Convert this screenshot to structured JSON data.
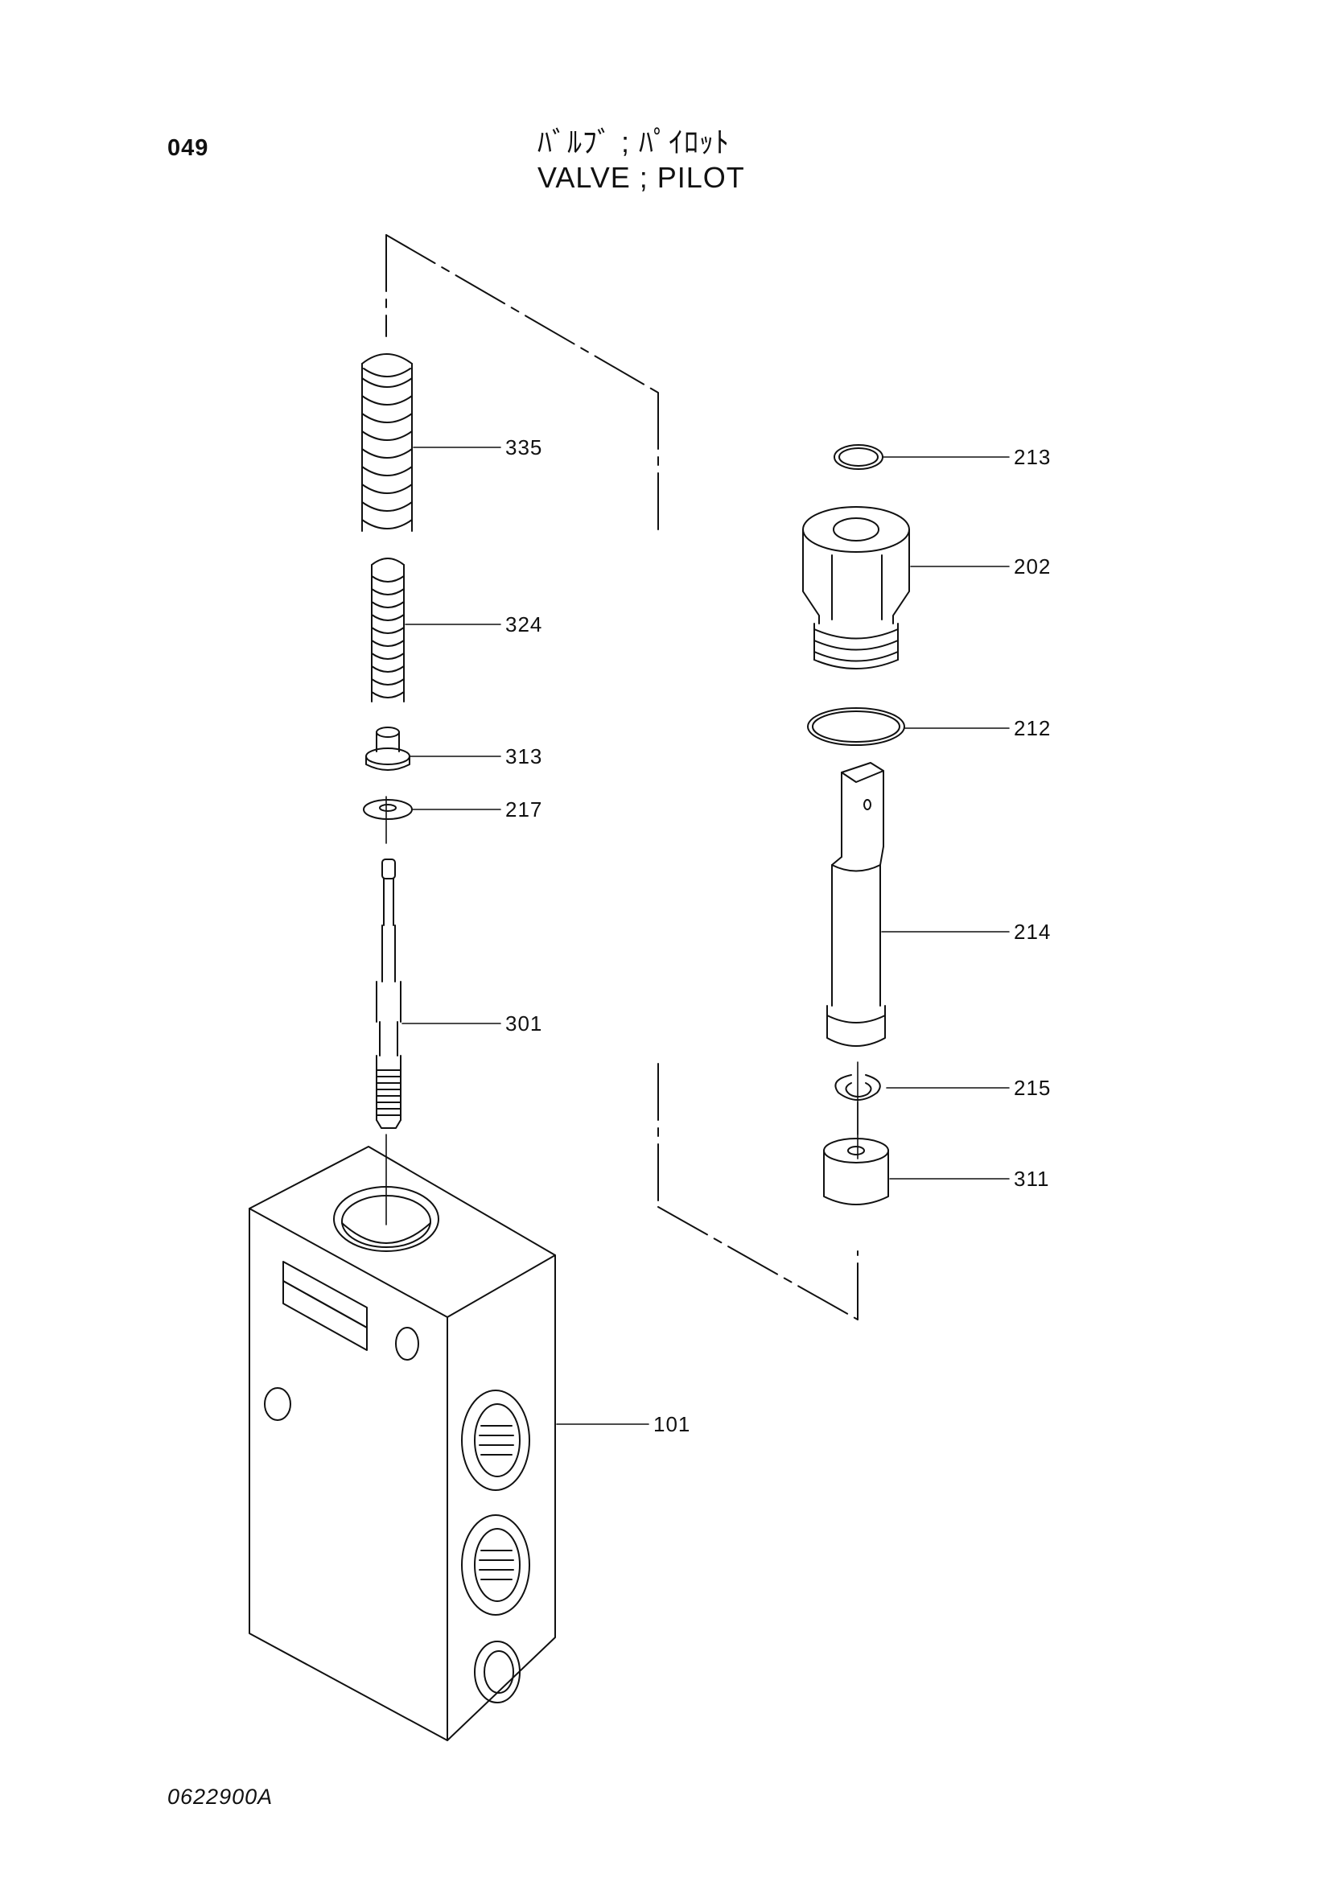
{
  "header": {
    "page_number": "049",
    "title_japanese": "ﾊﾞﾙﾌﾞ ; ﾊﾟｲﾛｯﾄ",
    "title_english": "VALVE ; PILOT"
  },
  "callouts": [
    {
      "id": "callout-335",
      "label": "335"
    },
    {
      "id": "callout-324",
      "label": "324"
    },
    {
      "id": "callout-313",
      "label": "313"
    },
    {
      "id": "callout-217",
      "label": "217"
    },
    {
      "id": "callout-301",
      "label": "301"
    },
    {
      "id": "callout-101",
      "label": "101"
    },
    {
      "id": "callout-213",
      "label": "213"
    },
    {
      "id": "callout-202",
      "label": "202"
    },
    {
      "id": "callout-212",
      "label": "212"
    },
    {
      "id": "callout-214",
      "label": "214"
    },
    {
      "id": "callout-215",
      "label": "215"
    },
    {
      "id": "callout-311",
      "label": "311"
    }
  ],
  "footer": {
    "drawing_code": "0622900A"
  }
}
